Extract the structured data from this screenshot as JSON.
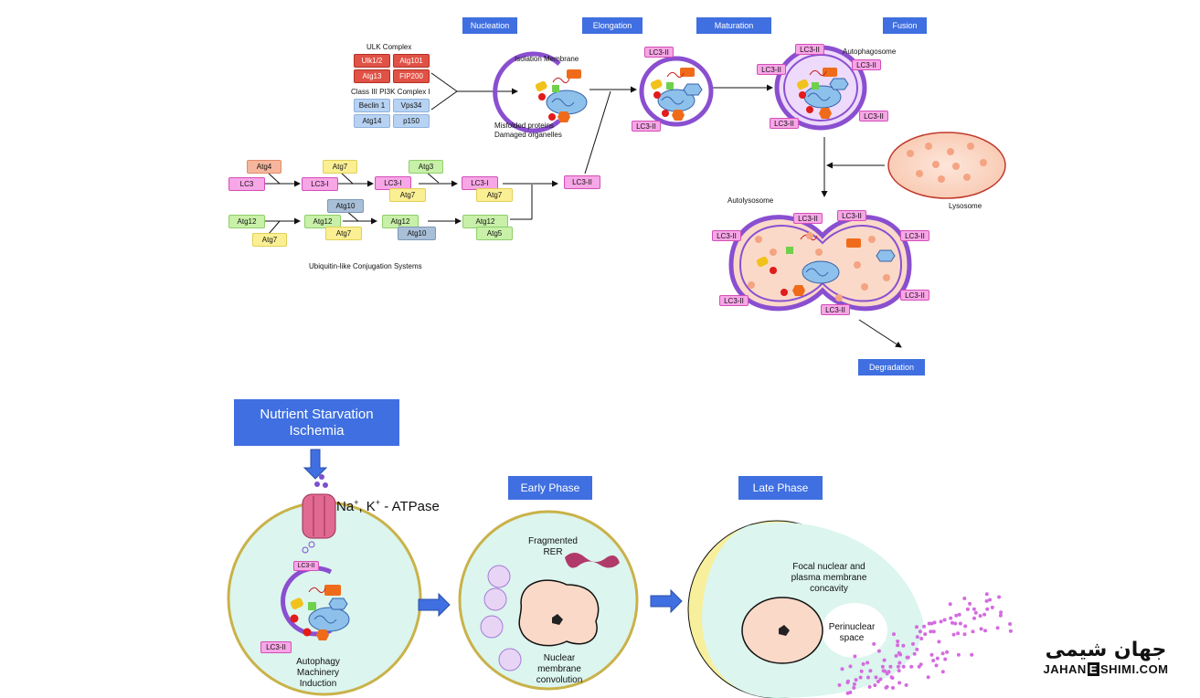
{
  "stages": {
    "nucleation": "Nucleation",
    "elongation": "Elongation",
    "maturation": "Maturation",
    "fusion": "Fusion",
    "degradation": "Degradation"
  },
  "ulk": {
    "title": "ULK Complex",
    "items": [
      "Ulk1/2",
      "Atg101",
      "Atg13",
      "FIP200"
    ]
  },
  "pi3k": {
    "title": "Class III PI3K Complex I",
    "items": [
      "Beclin 1",
      "Vps34",
      "Atg14",
      "p150"
    ]
  },
  "labels": {
    "isolation_membrane": "Isolation Membrane",
    "misfolded": "Misfolded proteins",
    "damaged": "Damaged organelles",
    "autophagosome": "Autophagosome",
    "lysosome": "Lysosome",
    "autolysosome": "Autolysosome",
    "ubiquitin": "Ubiquitin-like Conjugation Systems",
    "lc3ii": "LC3-II"
  },
  "conjugation": {
    "row1": {
      "atg4": "Atg4",
      "lc3": "LC3",
      "atg7a": "Atg7",
      "lc3i_a": "LC3-I",
      "lc3i_b": "LC3-I",
      "atg7b": "Atg7",
      "atg3": "Atg3",
      "lc3i_c": "LC3-I",
      "atg7c": "Atg7",
      "lc3ii": "LC3-II"
    },
    "row2": {
      "atg12a": "Atg12",
      "atg7d": "Atg7",
      "atg10a": "Atg10",
      "atg12b": "Atg12",
      "atg7e": "Atg7",
      "atg12c": "Atg12",
      "atg10b": "Atg10",
      "atg12d": "Atg12",
      "atg5": "Atg5"
    }
  },
  "bottom": {
    "trigger_line1": "Nutrient Starvation",
    "trigger_line2": "Ischemia",
    "atpase_prefix": "Na",
    "atpase_k": ", K",
    "atpase_suffix": " - ATPase",
    "superscript": "+",
    "early": "Early Phase",
    "late": "Late Phase",
    "induction": [
      "Autophagy",
      "Machinery",
      "Induction"
    ],
    "fragmented": [
      "Fragmented",
      "RER"
    ],
    "nuclear": [
      "Nuclear",
      "membrane",
      "convolution"
    ],
    "focal": [
      "Focal nuclear and",
      "plasma membrane",
      "concavity"
    ],
    "perinuclear": [
      "Perinuclear",
      "space"
    ]
  },
  "logo": {
    "arabic": "جهان شیمی",
    "latin_a": "JAHAN",
    "latin_e": "E",
    "latin_b": "SHIMI.COM"
  },
  "colors": {
    "stage_blue": "#3f6fe0",
    "membrane_purple": "#8a4fd0",
    "lc3_pink": "#f7a6e6",
    "lysosome_fill": "#fbd9c8",
    "cell_fill": "#dcf5ee"
  }
}
